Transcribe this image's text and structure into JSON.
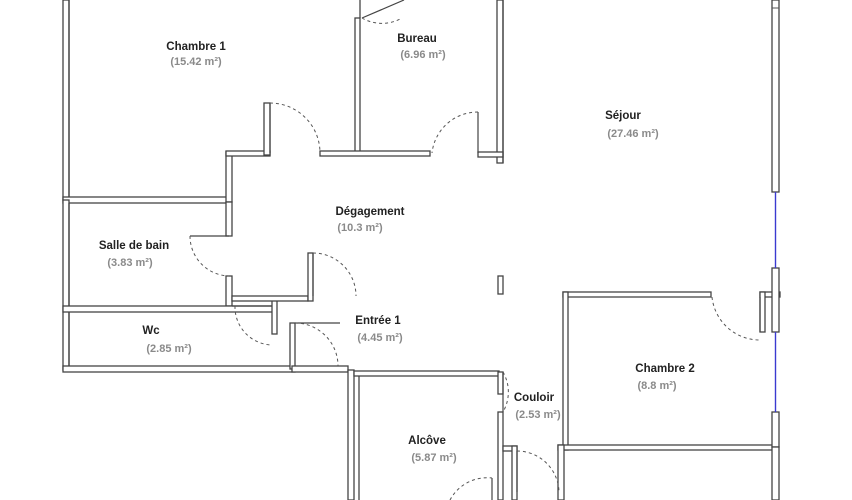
{
  "rooms": [
    {
      "id": "chambre-1",
      "name": "Chambre 1",
      "area": "(15.42 m²)"
    },
    {
      "id": "bureau",
      "name": "Bureau",
      "area": "(6.96 m²)"
    },
    {
      "id": "sejour",
      "name": "Séjour",
      "area": "(27.46 m²)"
    },
    {
      "id": "degagement",
      "name": "Dégagement",
      "area": "(10.3 m²)"
    },
    {
      "id": "salle-de-bain",
      "name": "Salle de bain",
      "area": "(3.83 m²)"
    },
    {
      "id": "wc",
      "name": "Wc",
      "area": "(2.85 m²)"
    },
    {
      "id": "entree-1",
      "name": "Entrée 1",
      "area": "(4.45 m²)"
    },
    {
      "id": "chambre-2",
      "name": "Chambre 2",
      "area": "(8.8 m²)"
    },
    {
      "id": "couloir",
      "name": "Couloir",
      "area": "(2.53 m²)"
    },
    {
      "id": "alcove",
      "name": "Alcôve",
      "area": "(5.87 m²)"
    }
  ],
  "colors": {
    "wall": "#444444",
    "window": "#3a3ad0",
    "label": "#222222",
    "area": "#8a8a8a"
  }
}
